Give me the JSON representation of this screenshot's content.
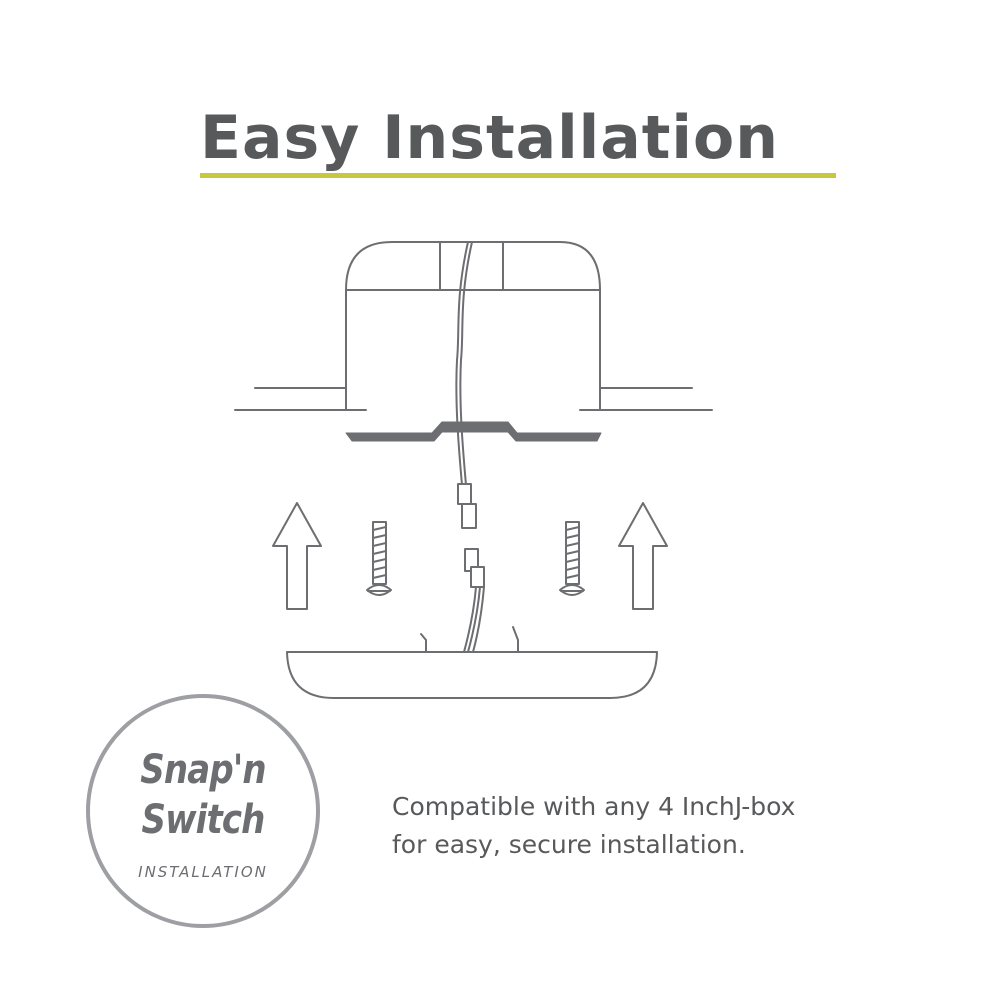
{
  "title": "Easy Installation",
  "colors": {
    "text": "#58595b",
    "accent_underline": "#c8c83c",
    "line_art": "#6d6e71",
    "badge_ring": "#9d9fa2"
  },
  "badge": {
    "line1": "Snap'n",
    "line2": "Switch",
    "subtitle": "INSTALLATION"
  },
  "caption": {
    "line1": "Compatible with any 4 InchJ-box",
    "line2": "for easy, secure  installation."
  },
  "icons": [
    "junction-box-icon",
    "mounting-bracket-icon",
    "wire-connector-icon",
    "screw-icon",
    "up-arrow-icon",
    "light-fixture-icon"
  ]
}
